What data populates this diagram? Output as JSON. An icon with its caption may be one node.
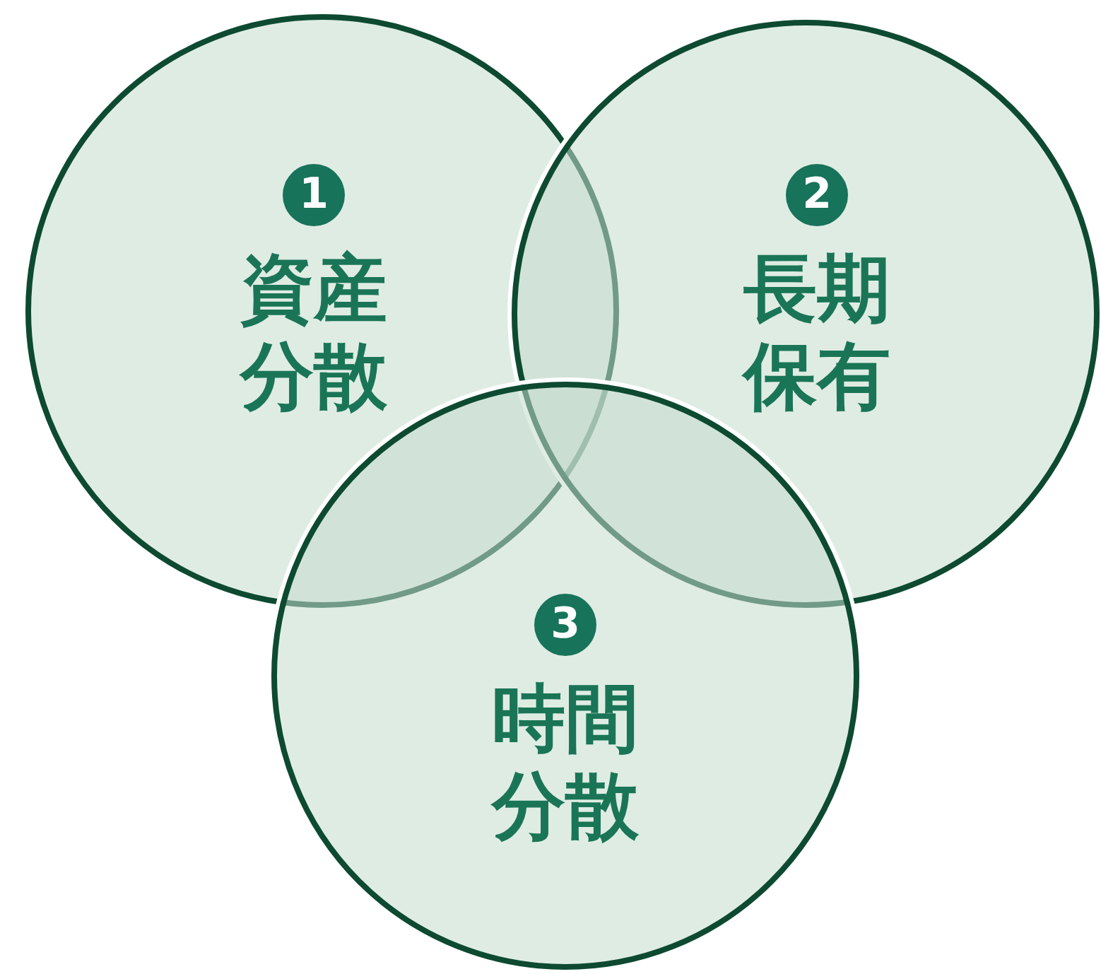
{
  "diagram": {
    "nodes": [
      {
        "text": [
          "1",
          "資産分散"
        ]
      },
      {
        "text": [
          "2",
          "長期保有"
        ]
      },
      {
        "text": [
          "3",
          "時間分散"
        ]
      }
    ]
  }
}
